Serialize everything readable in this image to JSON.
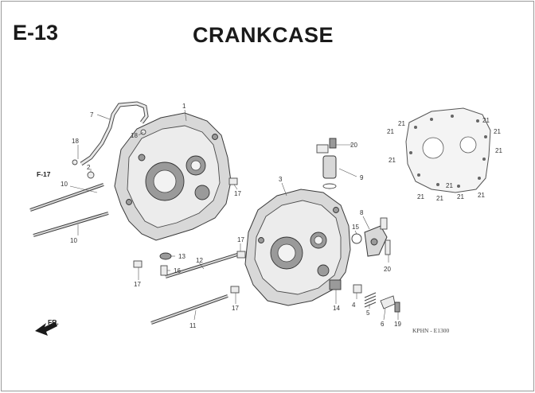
{
  "header": {
    "section_code": "E-13",
    "title": "CRANKCASE"
  },
  "diagram": {
    "reference_label": "F-17",
    "front_label": "FR.",
    "drawing_code": "KPHN - E1300",
    "callouts": {
      "c1": "1",
      "c2": "2",
      "c3": "3",
      "c4": "4",
      "c5": "5",
      "c6": "6",
      "c7": "7",
      "c8": "8",
      "c9": "9",
      "c10a": "10",
      "c10b": "10",
      "c11": "11",
      "c12": "12",
      "c13": "13",
      "c14": "14",
      "c15": "15",
      "c16": "16",
      "c17a": "17",
      "c17b": "17",
      "c17c": "17",
      "c17d": "17",
      "c18a": "18",
      "c18b": "18",
      "c19": "19",
      "c20a": "20",
      "c20b": "20",
      "c21a": "21",
      "c21b": "21",
      "c21c": "21",
      "c21d": "21",
      "c21e": "21",
      "c21f": "21",
      "c21g": "21",
      "c21h": "21",
      "c21i": "21",
      "c21j": "21",
      "c21k": "21"
    }
  }
}
